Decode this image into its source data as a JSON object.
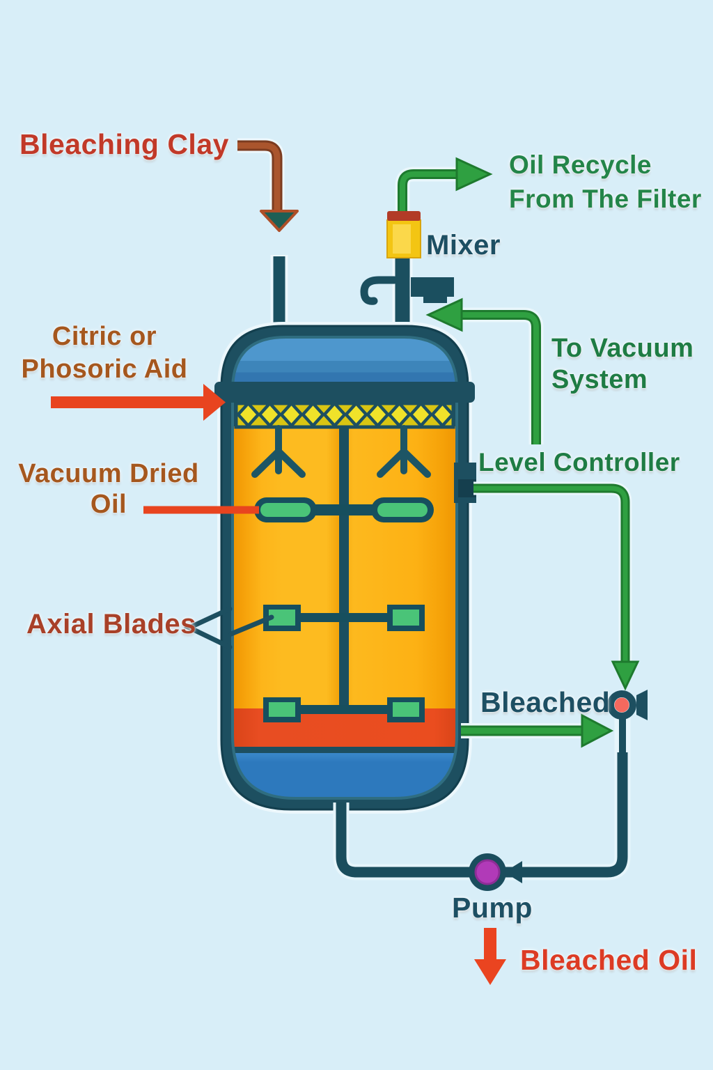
{
  "labels": {
    "bleaching_clay": "Bleaching Clay",
    "oil_recycle_line1": "Oil Recycle",
    "oil_recycle_line2": "From The Filter",
    "mixer": "Mixer",
    "citric_line1": "Citric or",
    "citric_line2": "Phosoric Aid",
    "to_vacuum_line1": "To Vacuum",
    "to_vacuum_line2": "System",
    "vacuum_dried_line1": "Vacuum Dried",
    "vacuum_dried_line2": "Oil",
    "level_controller": "Level Controller",
    "axial_blades": "Axial Blades",
    "bleached": "Bleached",
    "pump": "Pump",
    "bleached_oil": "Bleached Oil"
  },
  "colors": {
    "background": "#d8eef8",
    "vessel_shell_teal": "#1d4f60",
    "dome_blue": "#4e97cd",
    "interior_orange": "#fdbb20",
    "hatch_yellow": "#e9d41f",
    "bottom_red_band": "#e84d22",
    "bottom_blue": "#2d79bd",
    "blade_green": "#4ac478",
    "pipe_green": "#2fa041",
    "pipe_brown": "#aa552d",
    "arrow_red": "#e8441f",
    "pump_purple": "#b13ab8",
    "valve_red": "#f4695e",
    "label_red": "#c13928",
    "label_brown": "#a5571e",
    "label_green": "#238549",
    "label_teal": "#1d4f63"
  }
}
